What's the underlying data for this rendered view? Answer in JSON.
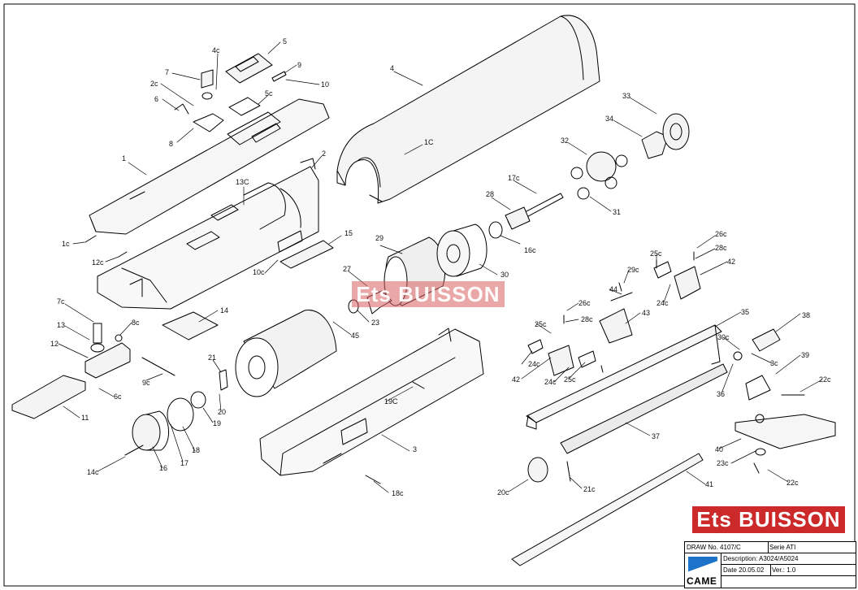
{
  "labels": [
    "1",
    "1c",
    "12c",
    "2",
    "13C",
    "10c",
    "15",
    "5",
    "4c",
    "7",
    "2c",
    "6",
    "8",
    "9",
    "10",
    "5c",
    "4",
    "1C",
    "33",
    "34",
    "32",
    "17c",
    "28",
    "29",
    "16c",
    "27",
    "30",
    "31",
    "23",
    "7c",
    "13",
    "12",
    "8c",
    "9c",
    "6c",
    "11",
    "14",
    "21",
    "20",
    "19",
    "18",
    "17",
    "16",
    "14c",
    "45",
    "19C",
    "3",
    "18c",
    "26c",
    "28c",
    "42",
    "25c",
    "29c",
    "44",
    "24c",
    "43",
    "25c",
    "26c",
    "28c",
    "24c",
    "42",
    "24c",
    "25c",
    "35",
    "38",
    "30c",
    "3c",
    "39",
    "22c",
    "36",
    "37",
    "40",
    "23c",
    "22c",
    "20c",
    "21c",
    "41"
  ],
  "watermark": {
    "text": "Ets BUISSON"
  },
  "brand": {
    "text": "Ets BUISSON",
    "color": "#cc2a2a"
  },
  "title_block": {
    "draw_no": "DRAW No. 4107/C",
    "serie": "Serie ATI",
    "description": "Description: A3024/A5024",
    "date": "Date 20.05.02",
    "version": "Ver.: 1.0",
    "logo_text": "CAME"
  }
}
